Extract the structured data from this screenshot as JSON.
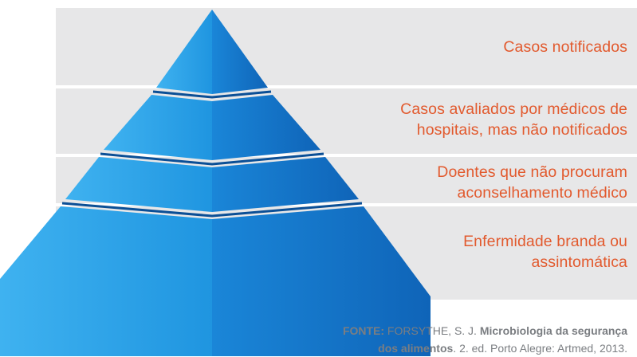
{
  "colors": {
    "background": "#ffffff",
    "panel": "#e7e7e8",
    "pyramid_light": "#2ba3e8",
    "pyramid_dark": "#1477c8",
    "label_text": "#e25a2e",
    "source_text": "#7b7e82"
  },
  "pyramid": {
    "levels": [
      {
        "line1": "Casos notificados",
        "line2": ""
      },
      {
        "line1": "Casos avaliados por médicos de",
        "line2": "hospitais, mas não notificados"
      },
      {
        "line1": "Doentes que não procuram",
        "line2": "aconselhamento médico"
      },
      {
        "line1": "Enfermidade branda ou",
        "line2": "assintomática"
      }
    ]
  },
  "source": {
    "label": "FONTE:",
    "author": " FORSYTHE, S. J. ",
    "title_a": "Microbiologia da segurança",
    "title_b": "dos alimentos",
    "rest": ". 2. ed. Porto Alegre: Artmed, 2013."
  }
}
